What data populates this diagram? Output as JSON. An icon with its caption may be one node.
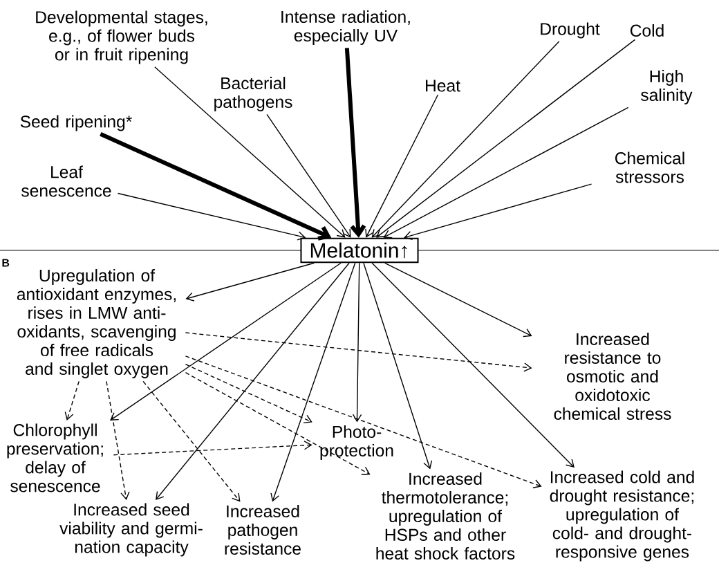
{
  "diagram": {
    "nodes": [
      {
        "text": [
          "Developmental stages, e.g., of flower buds or in fruit ripening"
        ]
      },
      {
        "text": [
          "Intense radiation, especially UV"
        ]
      },
      {
        "text": [
          "Drought"
        ]
      },
      {
        "text": [
          "Cold"
        ]
      },
      {
        "text": [
          "Bacterial pathogens"
        ]
      },
      {
        "text": [
          "Heat"
        ]
      },
      {
        "text": [
          "High salinity"
        ]
      },
      {
        "text": [
          "Seed ripening*"
        ]
      },
      {
        "text": [
          "Chemical stressors"
        ]
      },
      {
        "text": [
          "Leaf senescence"
        ]
      },
      {
        "text": [
          "Melatonin↑"
        ]
      },
      {
        "text": [
          "Upregulation of antioxidant enzymes, rises in LMW anti- oxidants, scavenging of free radicals and singlet oxygen"
        ]
      },
      {
        "text": [
          "Increased resistance to osmotic and oxidotoxic chemical stress"
        ]
      },
      {
        "text": [
          "Chlorophyll preservation; delay of senescence"
        ]
      },
      {
        "text": [
          "Photo- protection"
        ]
      },
      {
        "text": [
          "Increased seed viability and germi- nation capacity"
        ]
      },
      {
        "text": [
          "Increased pathogen resistance"
        ]
      },
      {
        "text": [
          "Increased thermotolerance; upregulation of HSPs and other heat shock factors"
        ]
      },
      {
        "text": [
          "Increased cold and drought resistance; upregulation of cold- and drought- responsive genes"
        ]
      }
    ],
    "edges": [
      {
        "from": 0,
        "to": 10,
        "arrow": "to"
      },
      {
        "from": 1,
        "to": 10,
        "arrow": "to",
        "style": "thick"
      },
      {
        "from": 2,
        "to": 10,
        "arrow": "to"
      },
      {
        "from": 3,
        "to": 10,
        "arrow": "to"
      },
      {
        "from": 4,
        "to": 10,
        "arrow": "to"
      },
      {
        "from": 5,
        "to": 10,
        "arrow": "to"
      },
      {
        "from": 6,
        "to": 10,
        "arrow": "to"
      },
      {
        "from": 7,
        "to": 10,
        "arrow": "to",
        "style": "thick"
      },
      {
        "from": 8,
        "to": 10,
        "arrow": "to"
      },
      {
        "from": 9,
        "to": 10,
        "arrow": "to"
      },
      {
        "from": 10,
        "to": 11,
        "arrow": "to"
      },
      {
        "from": 10,
        "to": 13,
        "arrow": "to"
      },
      {
        "from": 10,
        "to": 15,
        "arrow": "to"
      },
      {
        "from": 10,
        "to": 16,
        "arrow": "to"
      },
      {
        "from": 10,
        "to": 14,
        "arrow": "to"
      },
      {
        "from": 10,
        "to": 17,
        "arrow": "to"
      },
      {
        "from": 10,
        "to": 18,
        "arrow": "to"
      },
      {
        "from": 10,
        "to": 12,
        "arrow": "to"
      },
      {
        "from": 11,
        "to": 13,
        "arrow": "to",
        "style": "dashed"
      },
      {
        "from": 11,
        "to": 15,
        "arrow": "to",
        "style": "dashed"
      },
      {
        "from": 11,
        "to": 16,
        "arrow": "to",
        "style": "dashed"
      },
      {
        "from": 11,
        "to": 14,
        "arrow": "to",
        "style": "dashed"
      },
      {
        "from": 11,
        "to": 17,
        "arrow": "to",
        "style": "dashed"
      },
      {
        "from": 11,
        "to": 18,
        "arrow": "to",
        "style": "dashed"
      },
      {
        "from": 11,
        "to": 12,
        "arrow": "to",
        "style": "dashed"
      },
      {
        "from": 13,
        "to": 14,
        "arrow": "to",
        "style": "dashed"
      }
    ],
    "labels": [
      "B"
    ]
  }
}
